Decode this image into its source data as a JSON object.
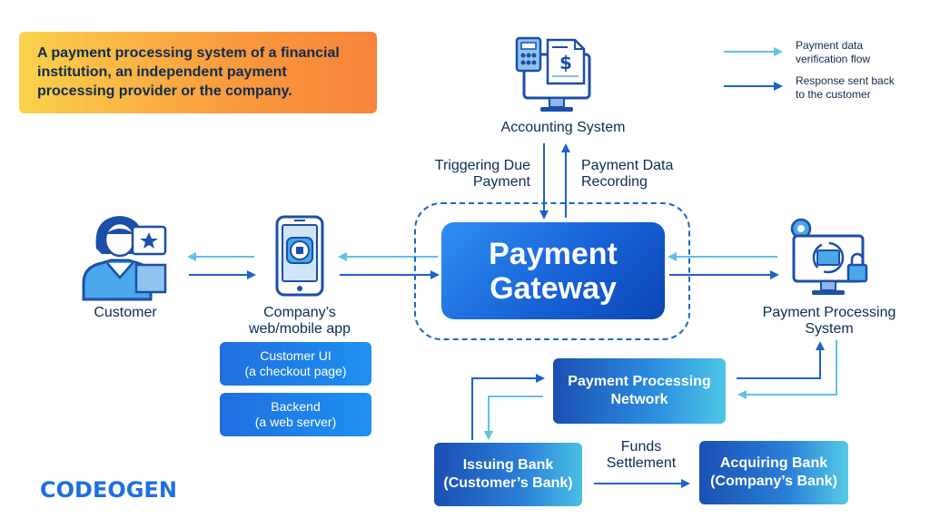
{
  "note": {
    "text": "A payment processing system of a financial institution, an independent payment processing provider or the company."
  },
  "legend": {
    "flow_label": "Payment data verification flow",
    "response_label": "Response sent back to the customer",
    "flow_color": "#5fc3e4",
    "response_color": "#1b63c9"
  },
  "nodes": {
    "accounting": {
      "label": "Accounting System",
      "icon": "accounting-computer-icon"
    },
    "customer": {
      "label": "Customer",
      "icon": "customer-person-icon"
    },
    "app": {
      "label_line1": "Company’s",
      "label_line2": "web/mobile app",
      "icon": "smartphone-icon"
    },
    "customer_ui": {
      "line1": "Customer UI",
      "line2": "(a checkout page)"
    },
    "backend": {
      "line1": "Backend",
      "line2": "(a web server)"
    },
    "gateway": {
      "line1": "Payment",
      "line2": "Gateway"
    },
    "pps": {
      "line1": "Payment Processing",
      "line2": "System",
      "icon": "secure-computer-icon"
    },
    "ppn": {
      "line1": "Payment Processing",
      "line2": "Network"
    },
    "issuing": {
      "line1": "Issuing Bank",
      "line2": "(Customer’s Bank)"
    },
    "acquiring": {
      "line1": "Acquiring Bank",
      "line2": "(Company’s Bank)"
    }
  },
  "edges": {
    "triggering": {
      "line1": "Triggering Due",
      "line2": "Payment"
    },
    "recording": {
      "line1": "Payment Data",
      "line2": "Recording"
    },
    "funds": {
      "line1": "Funds",
      "line2": "Settlement"
    }
  },
  "brand": {
    "logo": "CODEOGEN"
  },
  "colors": {
    "dark_blue": "#1b63c9",
    "light_blue": "#5fc3e4",
    "text": "#0d2b55",
    "note_gradient_start": "#fbd24a",
    "note_gradient_end": "#f7833b"
  }
}
